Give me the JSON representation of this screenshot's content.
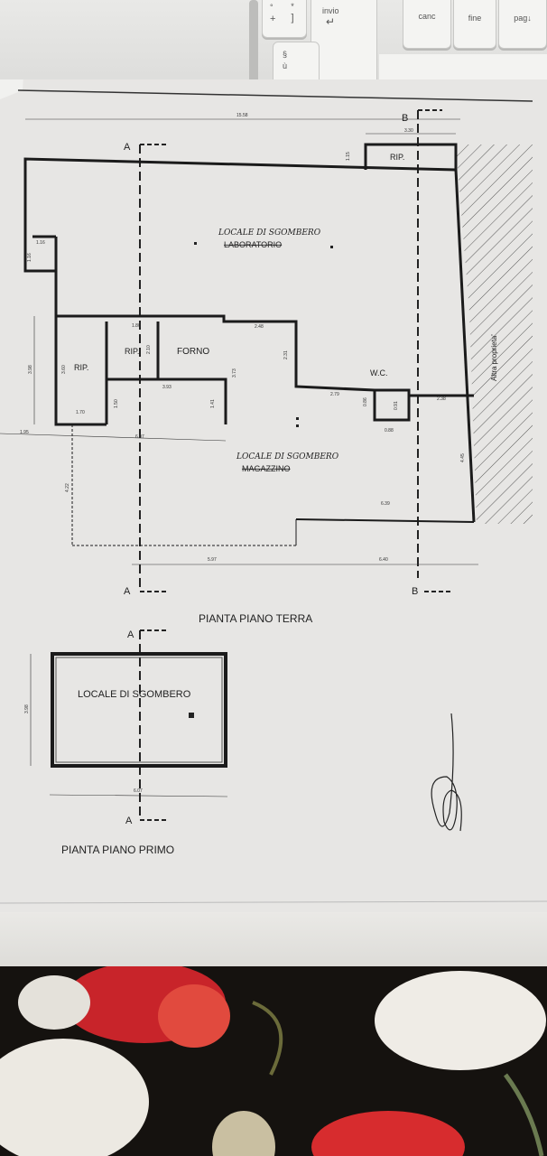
{
  "keyboard": {
    "keys": [
      {
        "id": "plus",
        "top": "°",
        "bottom": "+"
      },
      {
        "id": "bracket",
        "top": "*",
        "bottom": "]"
      },
      {
        "id": "invio",
        "top": "invio",
        "bottom": "↵"
      },
      {
        "id": "section",
        "top": "§",
        "bottom": "ù"
      },
      {
        "id": "canc",
        "top": "canc",
        "bottom": ""
      },
      {
        "id": "fine",
        "top": "fine",
        "bottom": ""
      },
      {
        "id": "pag",
        "top": "pag↓",
        "bottom": ""
      }
    ]
  },
  "plan": {
    "ground_floor_title": "PIANTA PIANO TERRA",
    "first_floor_title": "PIANTA PIANO PRIMO",
    "section_a": "A",
    "section_b": "B",
    "rooms": {
      "lab_new": "LOCALE DI SGOMBERO",
      "lab_old": "LABORATORIO",
      "mag_new": "LOCALE DI SGOMBERO",
      "mag_old": "MAGAZZINO",
      "rip1": "RIP.",
      "rip2": "RIP.",
      "rip3": "RIP.",
      "forno": "FORNO",
      "wc": "W.C.",
      "altra": "Altra proprieta'",
      "first_floor_room": "LOCALE DI SGOMBERO"
    },
    "dims": {
      "d1558": "15.58",
      "d330": "3.30",
      "d115a": "1.15",
      "d116": "1.16",
      "d118": "1.16",
      "d180": "1.80",
      "d210": "2.10",
      "d248": "2.48",
      "d231": "2.31",
      "d393": "3.93",
      "d373": "3.73",
      "d141": "1.41",
      "d398": "3.98",
      "d360": "3.60",
      "d150": "1.50",
      "d170": "1.70",
      "d195": "1.95",
      "d607": "6.07",
      "d279": "2.79",
      "d086": "0.86",
      "d091": "0.91",
      "d088": "0.88",
      "d238": "2.38",
      "d445": "4.45",
      "d422": "4.22",
      "d639": "6.39",
      "d597": "5.97",
      "d640": "6.40",
      "d398b": "3.98",
      "d607b": "6.07"
    }
  }
}
